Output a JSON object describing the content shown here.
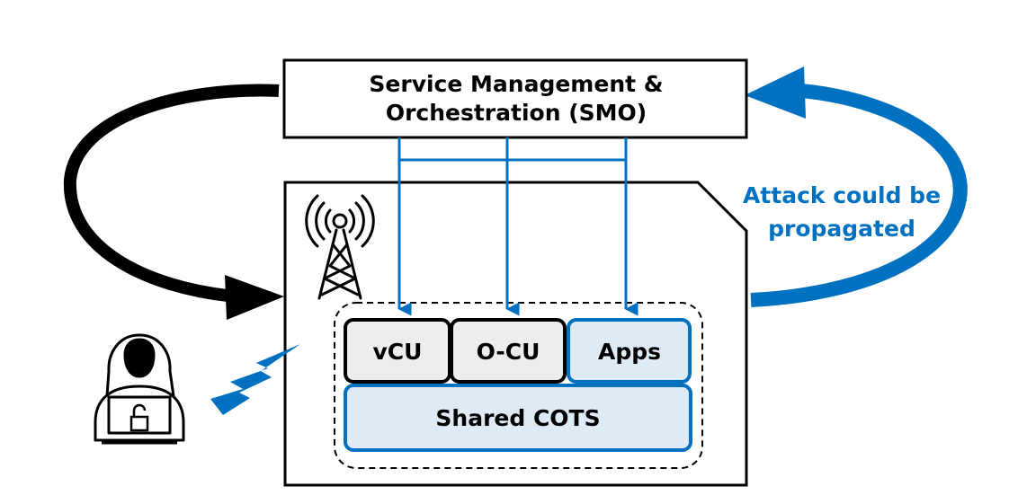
{
  "smo": {
    "line1": "Service Management &",
    "line2": "Orchestration (SMO)"
  },
  "components": {
    "vcu": "vCU",
    "ocu": "O-CU",
    "apps": "Apps",
    "shared": "Shared COTS"
  },
  "annotation": {
    "line1": "Attack could be",
    "line2": "propagated"
  },
  "colors": {
    "blue": "#0070C0",
    "light_blue_fill": "#DEEBF7",
    "black": "#000000",
    "gray_fill": "#EDEDED"
  },
  "icons": [
    "antenna-tower-icon",
    "hacker-icon",
    "lightning-bolt-icon",
    "unlocked-padlock-icon"
  ]
}
